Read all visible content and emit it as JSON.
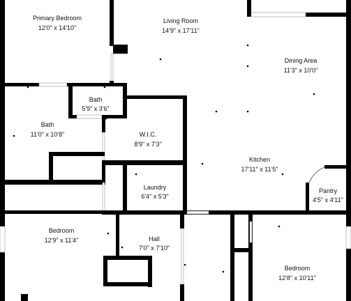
{
  "rooms": {
    "primary_bedroom": {
      "name": "Primary Bedroom",
      "dims": "12'0\" x 14'10\""
    },
    "living_room": {
      "name": "Living Room",
      "dims": "14'9\" x 17'11\""
    },
    "dining_area": {
      "name": "Dining Area",
      "dims": "11'3\" x 10'0\""
    },
    "bath_small": {
      "name": "Bath",
      "dims": "5'9\" x 3'6\""
    },
    "bath_main": {
      "name": "Bath",
      "dims": "11'0\" x 10'8\""
    },
    "wic": {
      "name": "W.I.C.",
      "dims": "8'9\" x 7'3\""
    },
    "kitchen": {
      "name": "Kitchen",
      "dims": "17'11\" x 11'5\""
    },
    "laundry": {
      "name": "Laundry",
      "dims": "6'4\" x 5'3\""
    },
    "pantry": {
      "name": "Pantry",
      "dims": "4'5\" x 4'11\""
    },
    "bedroom_left": {
      "name": "Bedroom",
      "dims": "12'9\" x 11'4\""
    },
    "hall": {
      "name": "Hall",
      "dims": "7'0\" x 7'10\""
    },
    "bedroom_right": {
      "name": "Bedroom",
      "dims": "12'8\" x 10'11\""
    }
  }
}
